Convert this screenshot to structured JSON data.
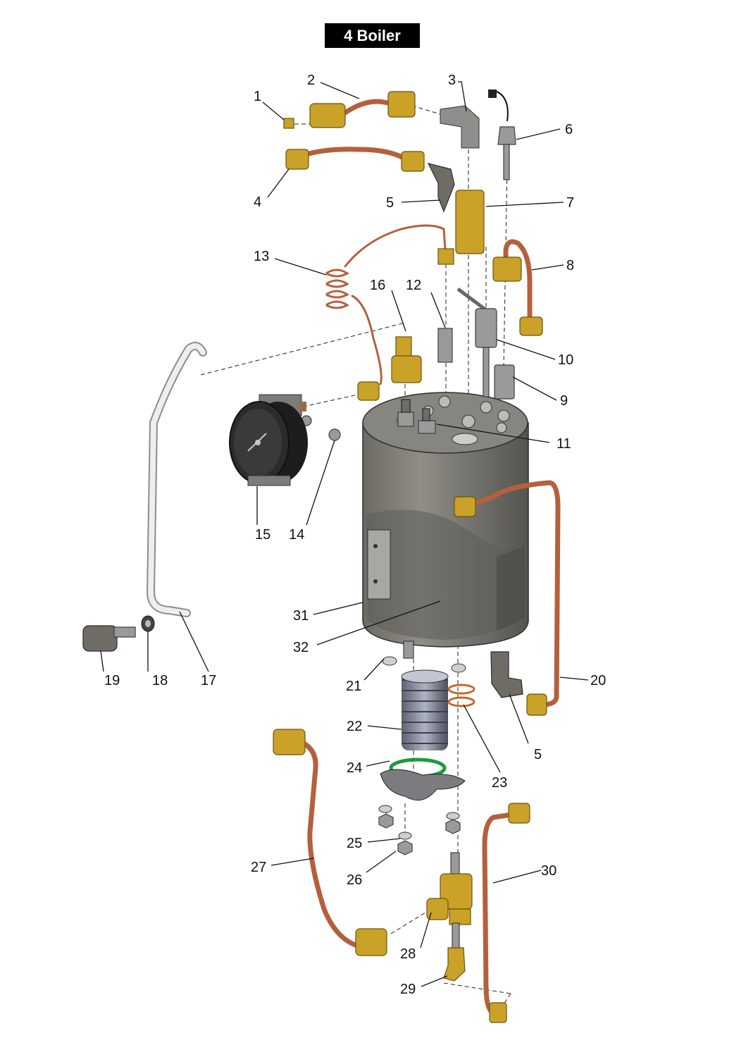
{
  "title": "4 Boiler",
  "callouts": [
    "1",
    "2",
    "3",
    "4",
    "5",
    "6",
    "7",
    "8",
    "9",
    "10",
    "11",
    "12",
    "13",
    "14",
    "15",
    "16",
    "17",
    "18",
    "19",
    "20",
    "21",
    "22",
    "23",
    "24",
    "25",
    "26",
    "27",
    "28",
    "29",
    "30",
    "31",
    "32",
    "5"
  ]
}
